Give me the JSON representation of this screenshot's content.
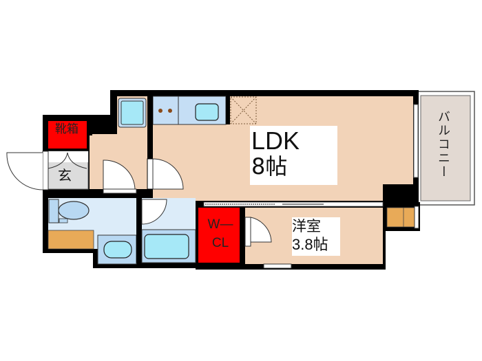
{
  "floor_plan": {
    "colors": {
      "wall": "#000000",
      "living_floor": "#f2d3b8",
      "wet_area": "#dcecf9",
      "fixture_blue": "#b8d8f2",
      "fixture_cyan": "#a6e8f7",
      "closet_red": "#ff0000",
      "storage_orange": "#e8aa58",
      "entrance_gray": "#dcdcdc",
      "balcony": "#e2d9d2"
    },
    "rooms": {
      "ldk": {
        "name": "LDK",
        "size": "8帖"
      },
      "western_room": {
        "name": "洋室",
        "size": "3.8帖"
      },
      "walk_in_closet": {
        "line1": "W―",
        "line2": "CL"
      },
      "shoe_cabinet": {
        "name": "靴箱"
      },
      "entrance": {
        "name": "玄"
      },
      "balcony": {
        "name": "バルコニー"
      }
    },
    "fixtures": [
      "toilet-icon",
      "washbasin-icon",
      "bathtub-icon",
      "kitchen-sink-icon",
      "stove-icon",
      "refrigerator-space-icon",
      "washing-machine-icon"
    ]
  }
}
